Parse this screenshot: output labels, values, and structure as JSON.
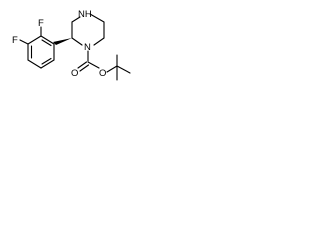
{
  "molecule": {
    "atoms": {
      "nh": "NH",
      "n": "N",
      "f_top": "F",
      "f_left": "F",
      "o_carbonyl": "O",
      "o_ester": "O"
    }
  },
  "colors": {
    "bond": "#000000",
    "label": "#000000",
    "background": "#ffffff"
  }
}
